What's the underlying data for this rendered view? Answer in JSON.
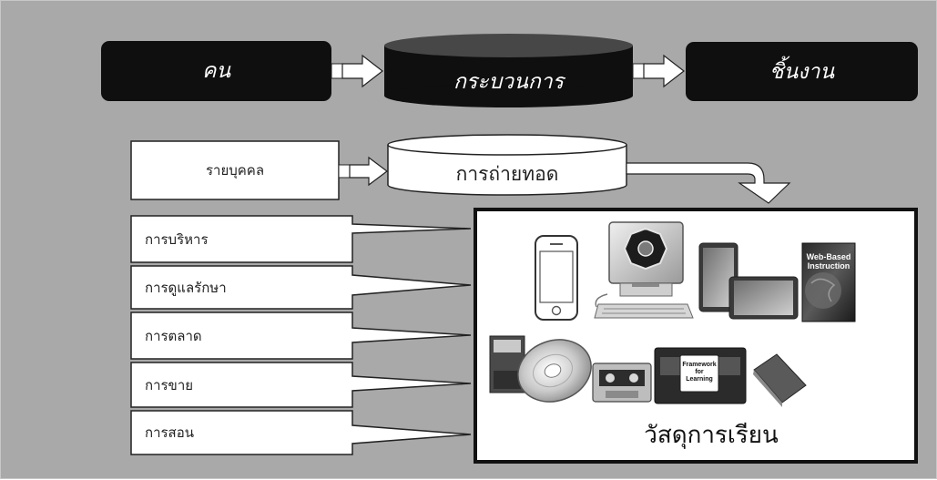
{
  "colors": {
    "background": "#a9a9a9",
    "dark_box": "#0f0f0f",
    "light_box": "#ffffff",
    "border": "#111111"
  },
  "top_row": {
    "people": "คน",
    "process": "กระบวนการ",
    "product": "ชิ้นงาน"
  },
  "middle_row": {
    "individual": "รายบุคคล",
    "transfer": "การถ่ายทอด"
  },
  "categories": [
    "การบริหาร",
    "การดูแลรักษา",
    "การตลาด",
    "การขาย",
    "การสอน"
  ],
  "materials": {
    "caption": "วัสดุการเรียน",
    "book_cover": "Web-Based Instruction",
    "videotape_label": "Framework for Learning",
    "items": [
      "smartphone-icon",
      "desktop-computer-icon",
      "tablet-icon",
      "book-icon",
      "floppy-disk-icon",
      "compact-disc-icon",
      "audio-cassette-icon",
      "videotape-icon",
      "notebook-icon"
    ]
  }
}
